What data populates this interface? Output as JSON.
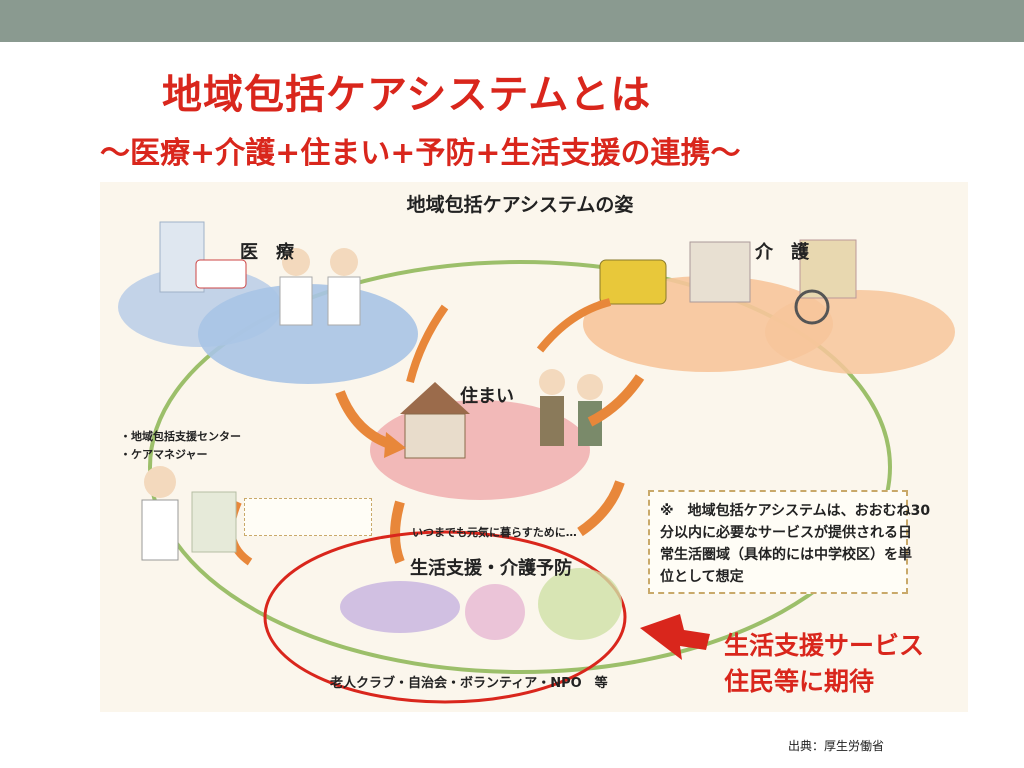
{
  "slide": {
    "title": "地域包括ケアシステムとは",
    "subtitle": "～医療+介護+住まい+予防+生活支援の連携～",
    "source": "出典：厚生労働省"
  },
  "figure": {
    "title": "地域包括ケアシステムの姿",
    "labels": {
      "iryo": "医　療",
      "kaigo": "介　護",
      "sumai": "住まい",
      "shien": "生活支援・介護予防",
      "center1": "・地域包括支援センター",
      "center2": "・ケアマネジャー",
      "seikatsu_caption": "いつまでも元気に暮らすために…",
      "groups": "老人クラブ・自治会・ボランティア・NPO　等"
    },
    "callout": {
      "line1": "生活支援サービス",
      "line2": "住民等に期待"
    },
    "note": {
      "line1": "※　地域包括ケアシステムは、おおむね30",
      "line2": "分以内に必要なサービスが提供される日",
      "line3": "常生活圏域（具体的には中学校区）を単",
      "line4": "位として想定"
    }
  },
  "colors": {
    "accent_red": "#d9261c",
    "top_bar": "#8a9a90",
    "arrow_orange": "#e8873a",
    "ring_green": "#9cbf6a"
  }
}
